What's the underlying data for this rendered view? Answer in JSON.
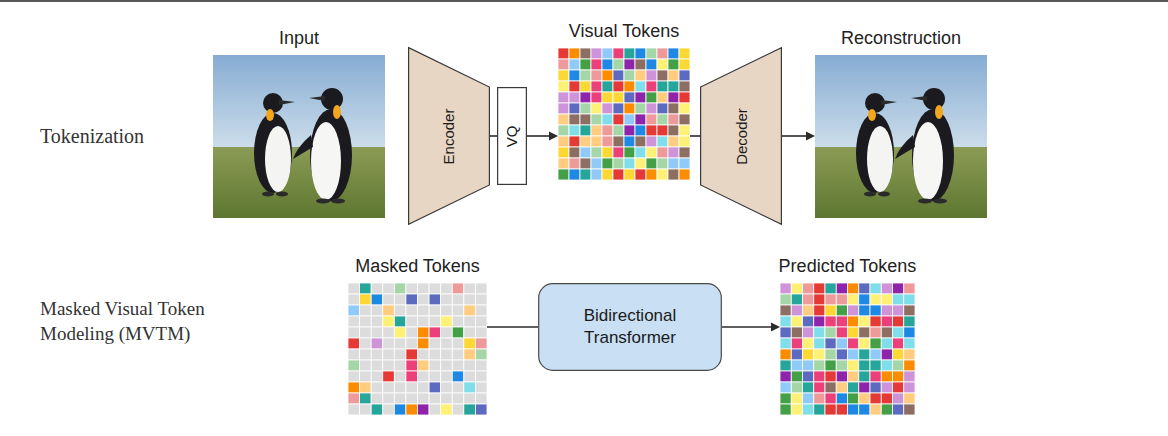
{
  "diagram": {
    "nodes": [
      {
        "text": [
          "Input"
        ]
      },
      {
        "text": [
          "Encoder"
        ]
      },
      {
        "text": [
          "VQ"
        ]
      },
      {
        "text": [
          "Visual Tokens"
        ]
      },
      {
        "text": [
          "Decoder"
        ]
      },
      {
        "text": [
          "Reconstruction"
        ]
      },
      {
        "text": [
          "Masked Tokens"
        ]
      },
      {
        "text": [
          "Bidirectional Transformer"
        ]
      },
      {
        "text": [
          "Predicted Tokens"
        ]
      }
    ],
    "edges": [
      {
        "from": 1,
        "to": 2,
        "arrow": "none"
      },
      {
        "from": 2,
        "to": 3,
        "arrow": "to"
      },
      {
        "from": 3,
        "to": 4,
        "arrow": "none"
      },
      {
        "from": 4,
        "to": 5,
        "arrow": "to"
      },
      {
        "from": 6,
        "to": 7,
        "arrow": "none"
      },
      {
        "from": 7,
        "to": 8,
        "arrow": "to"
      }
    ],
    "labels": [
      "Tokenization",
      "Masked Visual Token Modeling (MVTM)"
    ]
  }
}
